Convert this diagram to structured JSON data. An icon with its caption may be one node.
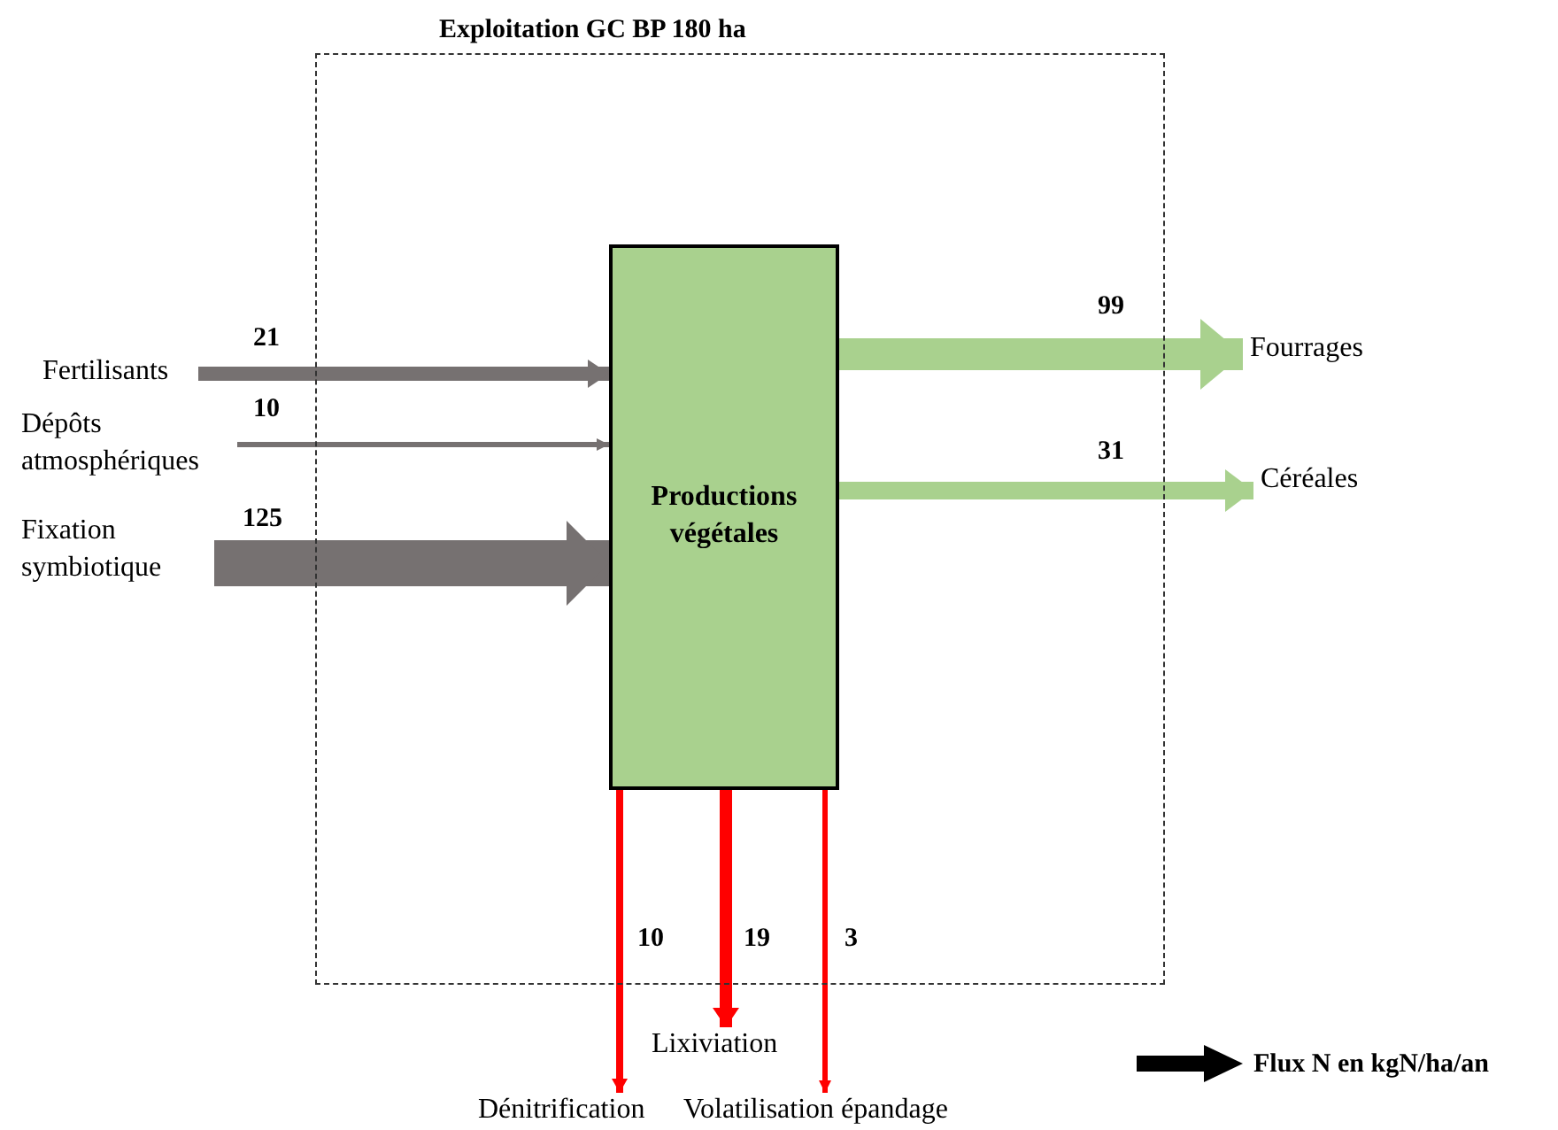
{
  "diagram": {
    "nodes": [
      {
        "text": [
          "Exploitation GC BP 180 ha"
        ]
      },
      {
        "text": [
          "Productions végétales"
        ],
        "in": 0
      },
      {
        "text": [
          "Fertilisants"
        ]
      },
      {
        "text": [
          "Dépôts atmosphériques"
        ]
      },
      {
        "text": [
          "Fixation symbiotique"
        ]
      },
      {
        "text": [
          "Fourrages"
        ]
      },
      {
        "text": [
          "Céréales"
        ]
      },
      {
        "text": [
          "Dénitrification"
        ]
      },
      {
        "text": [
          "Lixiviation"
        ]
      },
      {
        "text": [
          "Volatilisation épandage"
        ]
      }
    ],
    "edges": [
      {
        "from": 2,
        "to": 1,
        "arrow": "to",
        "label": "21",
        "color": "#767171"
      },
      {
        "from": 3,
        "to": 1,
        "arrow": "to",
        "label": "10",
        "color": "#767171"
      },
      {
        "from": 4,
        "to": 1,
        "arrow": "to",
        "label": "125",
        "style": "thick",
        "color": "#767171"
      },
      {
        "from": 1,
        "to": 5,
        "arrow": "to",
        "label": "99",
        "style": "thick",
        "color": "#a9d18e"
      },
      {
        "from": 1,
        "to": 6,
        "arrow": "to",
        "label": "31",
        "color": "#a9d18e"
      },
      {
        "from": 1,
        "to": 7,
        "arrow": "to",
        "label": "10",
        "color": "#ff0000"
      },
      {
        "from": 1,
        "to": 8,
        "arrow": "to",
        "label": "19",
        "color": "#ff0000"
      },
      {
        "from": 1,
        "to": 9,
        "arrow": "to",
        "label": "3",
        "color": "#ff0000"
      }
    ],
    "legend": [
      {
        "text": "Flux N en kgN/ha/an"
      }
    ]
  }
}
